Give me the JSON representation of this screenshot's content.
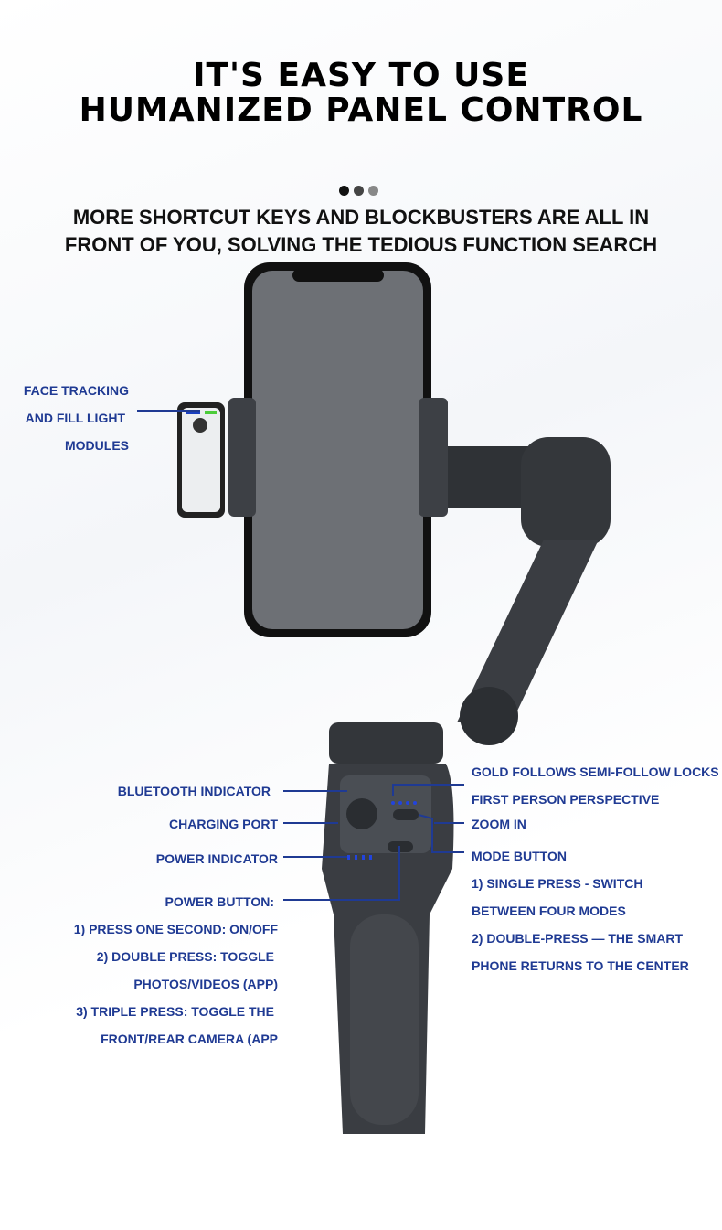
{
  "headline": [
    "IT'S EASY TO USE",
    "HUMANIZED PANEL CONTROL"
  ],
  "subheadline": [
    "MORE SHORTCUT KEYS AND BLOCKBUSTERS ARE ALL IN",
    "FRONT OF YOU, SOLVING THE TEDIOUS FUNCTION SEARCH"
  ],
  "carousel": {
    "total": 3,
    "active": 1
  },
  "labels_left": {
    "face": [
      "FACE TRACKING",
      "AND FILL LIGHT",
      "MODULES"
    ],
    "bluetooth": "BLUETOOTH INDICATOR",
    "charging": "CHARGING PORT",
    "power_indicator": "POWER INDICATOR",
    "power_button": [
      "POWER BUTTON:",
      "1) PRESS ONE SECOND: ON/OFF",
      "2) DOUBLE PRESS: TOGGLE",
      "PHOTOS/VIDEOS (APP)",
      "3) TRIPLE PRESS: TOGGLE THE",
      "FRONT/REAR CAMERA (APP"
    ]
  },
  "labels_right": {
    "modes": "GOLD FOLLOWS SEMI-FOLLOW LOCKS",
    "fpv": "FIRST PERSON PERSPECTIVE",
    "zoom": "ZOOM IN",
    "mode_button": [
      "MODE BUTTON",
      "1) SINGLE PRESS - SWITCH",
      "BETWEEN FOUR MODES",
      "2) DOUBLE-PRESS — THE SMART",
      "PHONE RETURNS TO THE CENTER"
    ]
  },
  "colors": {
    "label": "#1f3a93",
    "body": "#3a3d42",
    "screen": "#6d7075"
  }
}
